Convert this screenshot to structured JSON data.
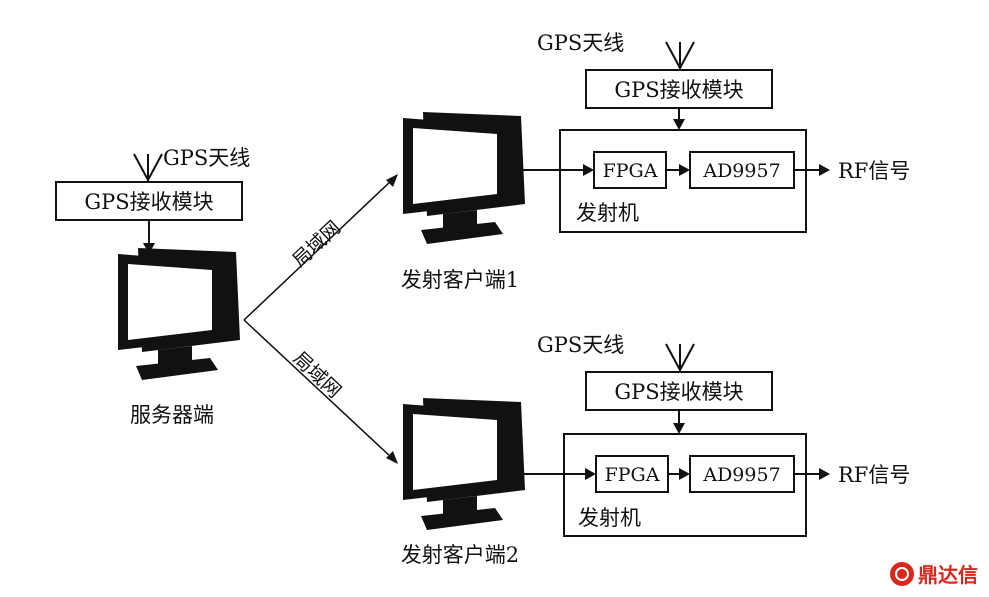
{
  "server": {
    "antenna_label": "GPS天线",
    "receiver_label": "GPS接收模块",
    "caption": "服务器端"
  },
  "links": [
    {
      "label": "局域网"
    },
    {
      "label": "局域网"
    }
  ],
  "clients": [
    {
      "caption": "发射客户端1",
      "antenna_label": "GPS天线",
      "receiver_label": "GPS接收模块",
      "transmitter_label": "发射机",
      "fpga_label": "FPGA",
      "dac_label": "AD9957",
      "output_label": "RF信号"
    },
    {
      "caption": "发射客户端2",
      "antenna_label": "GPS天线",
      "receiver_label": "GPS接收模块",
      "transmitter_label": "发射机",
      "fpga_label": "FPGA",
      "dac_label": "AD9957",
      "output_label": "RF信号"
    }
  ],
  "watermark": {
    "text": "鼎达信",
    "color": "#d8281e"
  }
}
